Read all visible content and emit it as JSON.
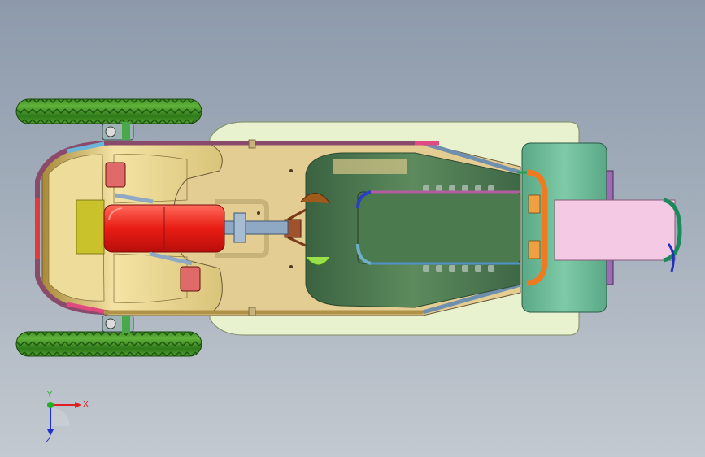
{
  "viewport": {
    "background_top": "#8d9aab",
    "background_bottom": "#c3c9d0"
  },
  "model": {
    "description_icon": "cad-3d-model",
    "colors": {
      "tire": "#3f8f22",
      "tire_dark": "#1f5a12",
      "floor_panel": "#e3cd92",
      "floor_outline": "#6a5a3a",
      "rear_deck": "#e9f2cf",
      "body_shell": "#e6d38f",
      "seat": "#4e7a4f",
      "seat_cushion": "#3f6b45",
      "gas_tank": "#f02a22",
      "rear_box": "#6fbf9a",
      "pink_panel": "#f4c9e4",
      "frame_steel": "#6f8fae",
      "frame_gold": "#b09248",
      "frame_purple": "#8a4a6a",
      "orange_tube": "#f07a20",
      "shaft": "#8fa9c4"
    }
  },
  "triad": {
    "x_label": "X",
    "y_label": "Y",
    "z_label": "Z",
    "x_color": "#e02020",
    "y_color": "#20b020",
    "z_color": "#2030d0"
  }
}
